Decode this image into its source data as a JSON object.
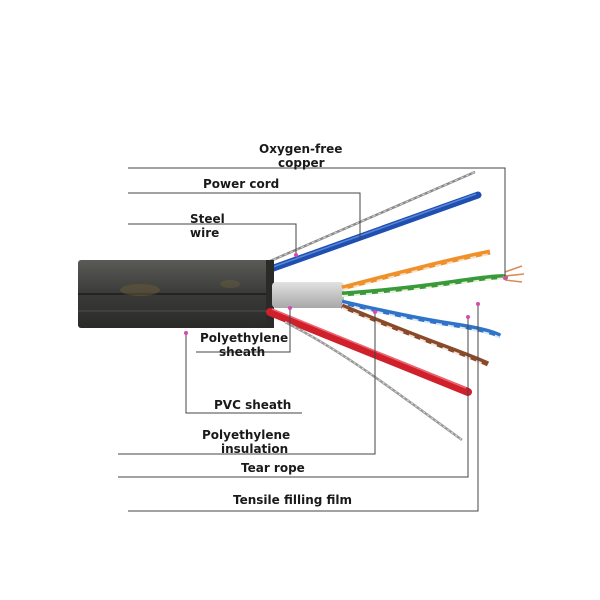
{
  "labels": {
    "oxygen_free_copper": [
      "Oxygen-free",
      "copper"
    ],
    "power_cord": "Power cord",
    "steel_wire": [
      "Steel",
      "wire"
    ],
    "polyethylene_sheath": [
      "Polyethylene",
      "sheath"
    ],
    "pvc_sheath": "PVC sheath",
    "polyethylene_insulation": [
      "Polyethylene",
      "insulation"
    ],
    "tear_rope": "Tear rope",
    "tensile_filling_film": "Tensile filling film"
  },
  "colors": {
    "outer_jacket": "#3c3d3a",
    "inner_sheath": "#c9c9c9",
    "power_cord_blue": "#1f4fb0",
    "power_cord_red": "#d0202c",
    "pair_orange": "#f0902a",
    "pair_green": "#3a9a3a",
    "pair_blue": "#2f74c8",
    "pair_brown": "#8a4a2a",
    "copper": "#d98a55",
    "leader_line": "#444444",
    "marker": "#d84ab0"
  }
}
